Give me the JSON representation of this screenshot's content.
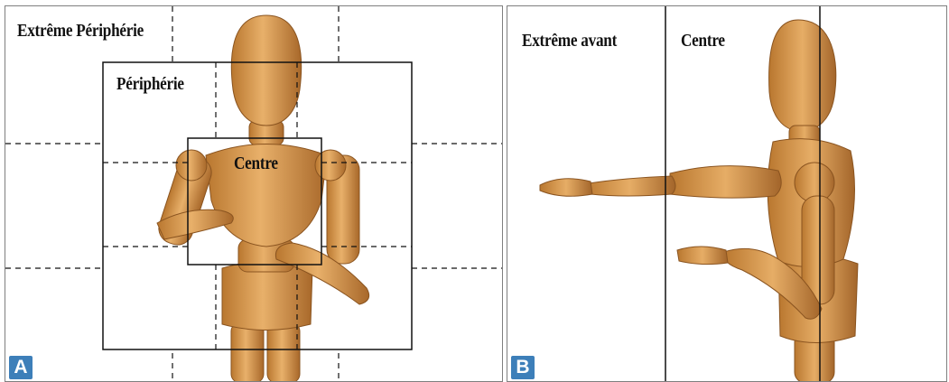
{
  "panel_a": {
    "badge": "A",
    "labels": {
      "extreme_peripherie": "Extrême Périphérie",
      "peripherie": "Périphérie",
      "centre": "Centre"
    }
  },
  "panel_b": {
    "badge": "B",
    "labels": {
      "extreme_avant": "Extrême avant",
      "centre": "Centre"
    }
  },
  "colors": {
    "badge": "#3d7fb9",
    "wood": "#d9a15c",
    "wood_dark": "#a86a2c",
    "lines": "#111111"
  }
}
